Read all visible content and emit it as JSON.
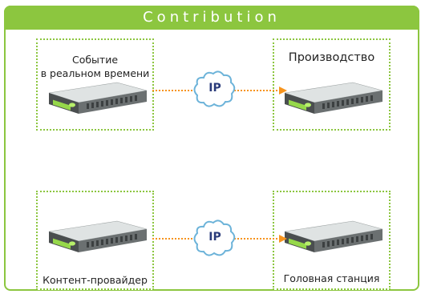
{
  "header": {
    "title": "Contribution"
  },
  "nodes": {
    "live_event": "Событие\nв реальном времени",
    "production": "Производство",
    "content_provider": "Контент-провайдер",
    "headend": "Головная станция"
  },
  "network": {
    "top_cloud_label": "IP",
    "bottom_cloud_label": "IP"
  },
  "colors": {
    "accent_green": "#8cc63f",
    "arrow_orange": "#f7941d",
    "cloud_stroke": "#6cb3d9",
    "cloud_text": "#2a3b7a"
  }
}
